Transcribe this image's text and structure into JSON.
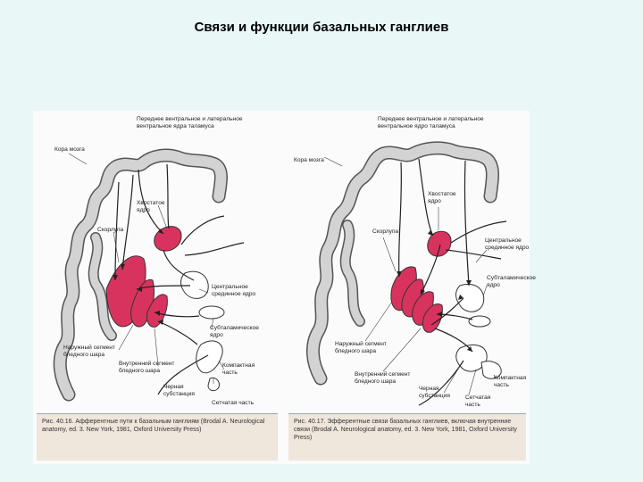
{
  "slide": {
    "title": "Связи и функции базальных ганглиев"
  },
  "figures": [
    {
      "labels": {
        "thalamus": "Переднее вентральное и латеральное\nвентральное ядра таламуса",
        "cortex": "Кора мозга",
        "caudate": "Хвостатое\nядро",
        "putamen": "Скорлупа",
        "centromedian": "Центральное\nсрединное ядро",
        "subthalamic": "Субталамическое\nядро",
        "gp_external": "Наружный сегмент\nбледного шара",
        "gp_internal": "Внутренний сегмент\nбледного шара",
        "compact": "Компактная\nчасть",
        "nigra": "Черная\nсубстанция",
        "reticular": "Сетчатая часть"
      },
      "caption": "Рис. 40.16. Афферентные пути к базальным ганглиям (Brodal A. Neurological anatomy, ed. 3. New York, 1981, Oxford University Press)"
    },
    {
      "labels": {
        "thalamus": "Переднее вентральное и латеральное\nвентральное ядро таламуса",
        "cortex": "Кора мозга",
        "caudate": "Хвостатое\nядро",
        "putamen": "Скорлупа",
        "centromedian": "Центральное\nсрединное ядро",
        "subthalamic": "Субталамическое\nядро",
        "gp_external": "Наружный сегмент\nбледного шара",
        "gp_internal": "Внутренний сегмент\nбледного шара",
        "compact": "Компактная\nчасть",
        "nigra": "Черная\nсубстанция",
        "reticular": "Сетчатая\nчасть"
      },
      "caption": "Рис. 40.17. Эфферентные связи базальных ганглиев, включая внутренние связи (Brodal A. Neurological anatomy, ed. 3. New York, 1981, Oxford University Press)"
    }
  ],
  "colors": {
    "background": "#e9f7f7",
    "nucleus_fill": "#d8335e",
    "cortex_fill": "#d3d3d3",
    "caption_bg": "#efe6dc"
  }
}
